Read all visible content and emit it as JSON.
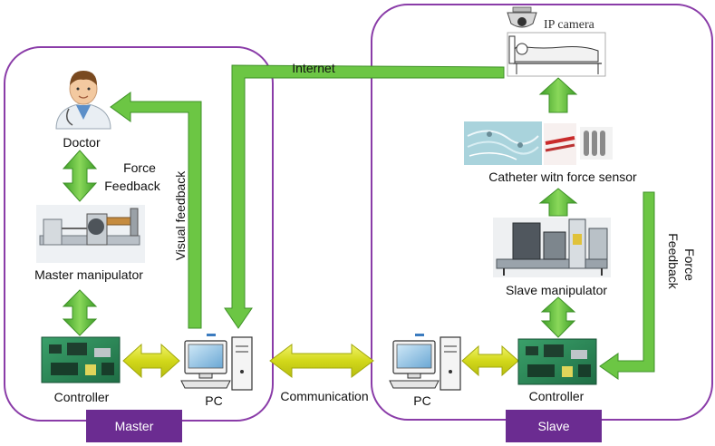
{
  "labels": {
    "doctor": "Doctor",
    "force_feedback_line1": "Force",
    "force_feedback_line2": "Feedback",
    "visual_feedback": "Visual feedback",
    "master_manipulator": "Master manipulator",
    "controller_master": "Controller",
    "pc_master": "PC",
    "internet": "Internet",
    "communication": "Communication",
    "ip_camera": "IP camera",
    "catheter": "Catheter witn force sensor",
    "slave_force_feedback_line1": "Force",
    "slave_force_feedback_line2": "Feedback",
    "slave_manipulator": "Slave manipulator",
    "pc_slave": "PC",
    "controller_slave": "Controller"
  },
  "tabs": {
    "master": "Master",
    "slave": "Slave"
  },
  "colors": {
    "frame": "#8a3ca8",
    "tab": "#6b2c91",
    "green_arrow": "#5cbf3a",
    "yellow_arrow": "#d6dc1e",
    "board": "#2f8a5a"
  }
}
